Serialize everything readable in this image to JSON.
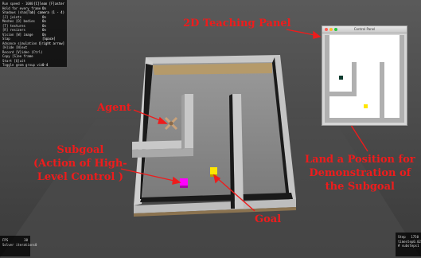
{
  "debug_overlay": {
    "rows": [
      {
        "key": "Run speed - 1000 x real time",
        "value": "[C]lean [F]aster"
      },
      {
        "key": "Hold for every frame",
        "value": "On"
      },
      {
        "key": "Shadows (shadow shapes - 2)",
        "value": "[Tab] camera (1 - 4)"
      },
      {
        "key": "[J] joints",
        "value": "On"
      },
      {
        "key": "Meshes [O] bodies",
        "value": "On"
      },
      {
        "key": "[T] textures",
        "value": "On"
      },
      {
        "key": "[R] resizers",
        "value": "On"
      },
      {
        "key": "Vision [W] image",
        "value": "On"
      },
      {
        "key": "Slap",
        "value": "[Space]"
      },
      {
        "key": "Advance simulation by one step",
        "value": "[right arrow]"
      },
      {
        "key": "[H]ide [N]ext",
        "value": ""
      },
      {
        "key": "Record [V]ideo (Ctrl)",
        "value": ""
      },
      {
        "key": "Copy [S]ee frame",
        "value": ""
      },
      {
        "key": "Start [Q]uit",
        "value": ""
      },
      {
        "key": "Toggle geom group visibility",
        "value": "0-4"
      }
    ],
    "bottom_left": [
      {
        "key": "FPS",
        "value": "30"
      },
      {
        "key": "Solver iterations",
        "value": "0"
      }
    ],
    "bottom_right": [
      {
        "key": "Step",
        "value": "1750"
      },
      {
        "key": "timestep",
        "value": "0.02000"
      },
      {
        "key": "# substeps",
        "value": "1"
      }
    ]
  },
  "control_panel": {
    "title": "Control Panel",
    "traffic_light_colors": [
      "#ff5f57",
      "#febc2e",
      "#28c840"
    ]
  },
  "annotations": {
    "panel_label": "2D Teaching Panel",
    "agent_label": "Agent",
    "subgoal_line1": "Subgoal",
    "subgoal_line2": "(Action of High-",
    "subgoal_line3": "Level Control )",
    "goal_label": "Goal",
    "land_line1": "Land a Position for",
    "land_line2": "Demonstration of",
    "land_line3": "the Subgoal"
  },
  "colors": {
    "annotation": "#ee1c1c",
    "subgoal_marker": "#ff00ff",
    "goal_marker": "#ffe600",
    "agent_marker": "#0d3b2e"
  }
}
